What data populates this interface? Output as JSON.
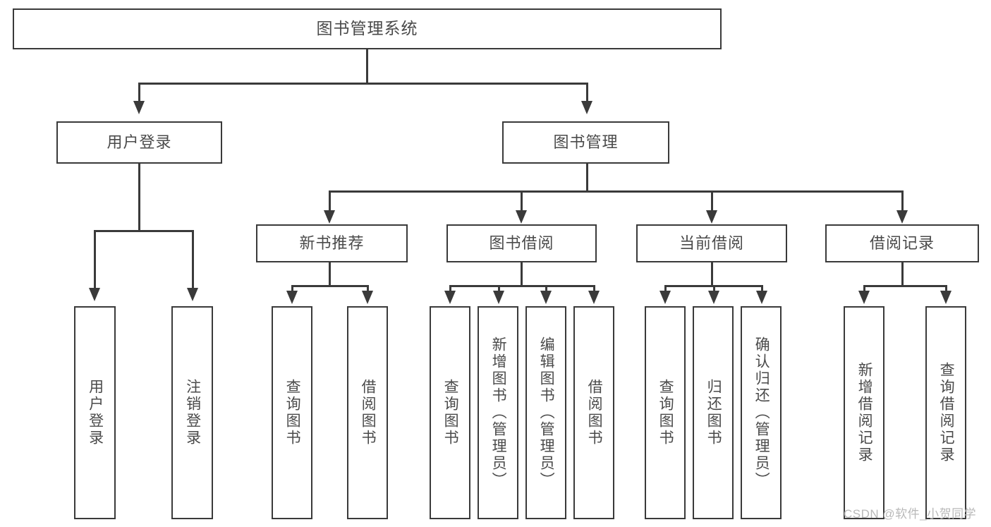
{
  "diagram": {
    "title": "图书管理系统",
    "type": "tree-hierarchy-diagram",
    "watermark": "CSDN @软件_小贺同学",
    "colors": {
      "box_border": "#3a3a3a",
      "box_fill": "#ffffff",
      "text": "#4a4a4a",
      "connector": "#3a3a3a",
      "watermark": "#b9b9b9",
      "background": "#ffffff"
    },
    "root": {
      "label": "图书管理系统"
    },
    "level2": [
      {
        "id": "user-login",
        "label": "用户登录"
      },
      {
        "id": "book-management",
        "label": "图书管理"
      }
    ],
    "level3": [
      {
        "id": "new-book-recommend",
        "label": "新书推荐"
      },
      {
        "id": "book-borrow",
        "label": "图书借阅"
      },
      {
        "id": "current-borrow",
        "label": "当前借阅"
      },
      {
        "id": "borrow-record",
        "label": "借阅记录"
      }
    ],
    "leaves": {
      "user_login": [
        {
          "id": "leaf-user-login",
          "label": "用户登录"
        },
        {
          "id": "leaf-logout-login",
          "label": "注销登录"
        }
      ],
      "new_book_recommend": [
        {
          "id": "leaf-query-book-1",
          "label": "查询图书"
        },
        {
          "id": "leaf-borrow-book-1",
          "label": "借阅图书"
        }
      ],
      "book_borrow": [
        {
          "id": "leaf-query-book-2",
          "label": "查询图书"
        },
        {
          "id": "leaf-add-book",
          "label": "新增图书（管理员）"
        },
        {
          "id": "leaf-edit-book",
          "label": "编辑图书（管理员）"
        },
        {
          "id": "leaf-borrow-book-2",
          "label": "借阅图书"
        }
      ],
      "current_borrow": [
        {
          "id": "leaf-query-book-3",
          "label": "查询图书"
        },
        {
          "id": "leaf-return-book",
          "label": "归还图书"
        },
        {
          "id": "leaf-confirm-return",
          "label": "确认归还（管理员）"
        }
      ],
      "borrow_record": [
        {
          "id": "leaf-add-record",
          "label": "新增借阅记录"
        },
        {
          "id": "leaf-query-record",
          "label": "查询借阅记录"
        }
      ]
    }
  }
}
